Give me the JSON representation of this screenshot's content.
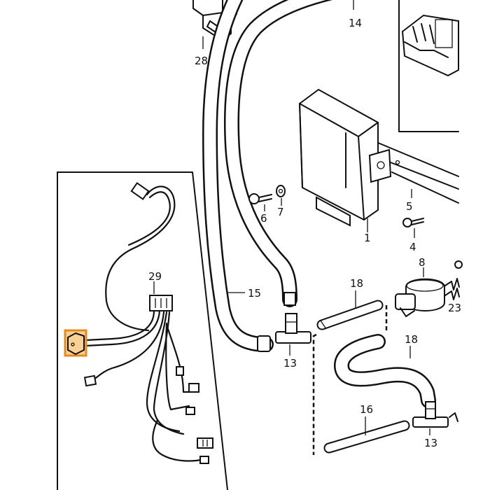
{
  "part_labels": {
    "p1": "1",
    "p4": "4",
    "p5": "5",
    "p6": "6",
    "p7": "7",
    "p8": "8",
    "p13a": "13",
    "p13b": "13",
    "p14": "14",
    "p15": "15",
    "p16": "16",
    "p18a": "18",
    "p18b": "18",
    "p23": "23",
    "p28": "28",
    "p29": "29"
  },
  "highlight_color": "#f5a23c"
}
